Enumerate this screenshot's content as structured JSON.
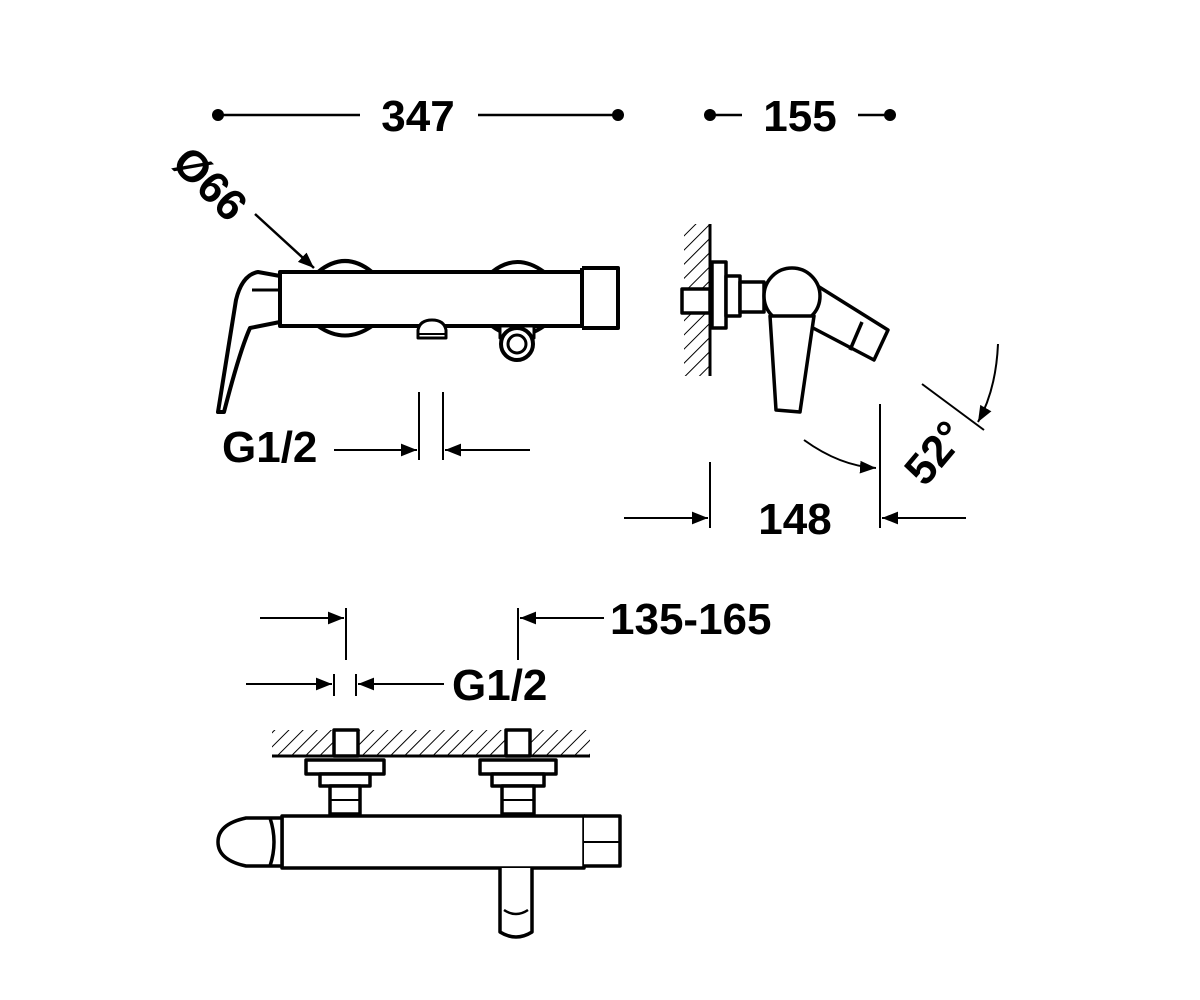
{
  "dimensions": {
    "front_width": "347",
    "side_depth": "155",
    "handle_diameter": "Ø66",
    "front_connection": "G1/2",
    "side_depth_lower": "148",
    "lever_angle": "52°",
    "centre_distance": "135-165",
    "top_connection": "G1/2"
  },
  "colors": {
    "line": "#000000",
    "background": "#ffffff"
  }
}
